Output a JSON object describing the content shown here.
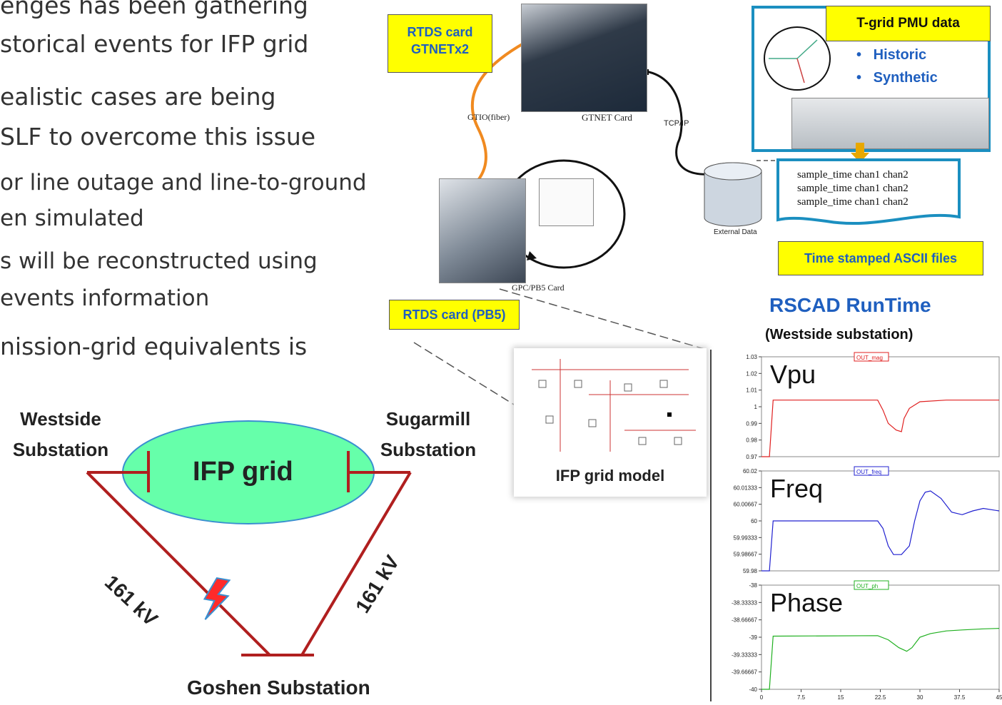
{
  "bullets": [
    "enges has been gathering",
    "storical events for IFP grid",
    "ealistic cases are being",
    "SLF to overcome this issue",
    "or line outage and line-to-ground",
    "en simulated",
    "s will be reconstructed using",
    "events information",
    "nission-grid equivalents is"
  ],
  "hardware": {
    "rtds_gtnet_label": "RTDS card\nGTNETx2",
    "gtio_label": "GTIO(fiber)",
    "gtnet_card_label": "GTNET Card",
    "tcpip_label": "TCP/IP",
    "gpc_card_label": "GPC/PB5 Card",
    "rtds_pb5_label": "RTDS card (PB5)",
    "external_data_label": "External Data",
    "pmu_title": "T-grid PMU data",
    "pmu_items": [
      "Historic",
      "Synthetic"
    ],
    "ascii_lines": [
      "sample_time chan1 chan2",
      "sample_time chan1 chan2",
      "sample_time chan1 chan2"
    ],
    "ascii_files_label": "Time stamped ASCII files",
    "ifp_model_label": "IFP grid model"
  },
  "runtime": {
    "title": "RSCAD RunTime",
    "subtitle": "(Westside substation)"
  },
  "grid": {
    "westside": "Westside\nSubstation",
    "sugarmill": "Sugarmill\nSubstation",
    "ifp": "IFP grid",
    "goshen": "Goshen Substation",
    "left_kv": "161 kV",
    "right_kv": "161 kV",
    "line_color": "#b01f1f",
    "ellipse_color": "#66ffaa"
  },
  "chart_data": [
    {
      "type": "line",
      "title": "Vpu",
      "legend": "OUT_mag",
      "yticks": [
        "1.03",
        "1.02",
        "1.01",
        "1",
        "0.99",
        "0.98",
        "0.97"
      ],
      "ylim": [
        0.97,
        1.03
      ],
      "color": "#e02020",
      "x": [
        0,
        1.5,
        2.2,
        22,
        23,
        24,
        25.5,
        26.5,
        27,
        28,
        30,
        35,
        40,
        45
      ],
      "y": [
        0.97,
        0.97,
        1.004,
        1.004,
        0.998,
        0.99,
        0.986,
        0.985,
        0.993,
        0.999,
        1.003,
        1.004,
        1.004,
        1.004
      ]
    },
    {
      "type": "line",
      "title": "Freq",
      "legend": "OUT_freq",
      "yticks": [
        "60.02",
        "60.01333",
        "60.00667",
        "60",
        "59.99333",
        "59.98667",
        "59.98"
      ],
      "ylim": [
        59.98,
        60.02
      ],
      "color": "#2020d0",
      "x": [
        0,
        1.5,
        2.2,
        22,
        23,
        24,
        25,
        26.5,
        28,
        29,
        30,
        31,
        32,
        34,
        36,
        38,
        40,
        42,
        45
      ],
      "y": [
        59.98,
        59.98,
        60.0,
        60.0,
        59.997,
        59.99,
        59.9865,
        59.9865,
        59.99,
        60.0,
        60.008,
        60.0115,
        60.012,
        60.009,
        60.0035,
        60.0025,
        60.004,
        60.005,
        60.004
      ]
    },
    {
      "type": "line",
      "title": "Phase",
      "legend": "OUT_ph",
      "yticks": [
        "-38",
        "-38.33333",
        "-38.66667",
        "-39",
        "-39.33333",
        "-39.66667",
        "-40"
      ],
      "ylim": [
        -40,
        -38
      ],
      "color": "#20b020",
      "x": [
        0,
        1.5,
        2.2,
        22,
        24,
        26,
        27.5,
        28.5,
        30,
        32,
        35,
        38,
        42,
        45
      ],
      "y": [
        -40,
        -40,
        -38.98,
        -38.97,
        -39.05,
        -39.2,
        -39.27,
        -39.2,
        -39.0,
        -38.93,
        -38.88,
        -38.86,
        -38.84,
        -38.83
      ]
    }
  ],
  "xaxis_ticks": [
    "0",
    "7.5",
    "15",
    "22.5",
    "30",
    "37.5",
    "45"
  ],
  "xlim": [
    0,
    45
  ]
}
